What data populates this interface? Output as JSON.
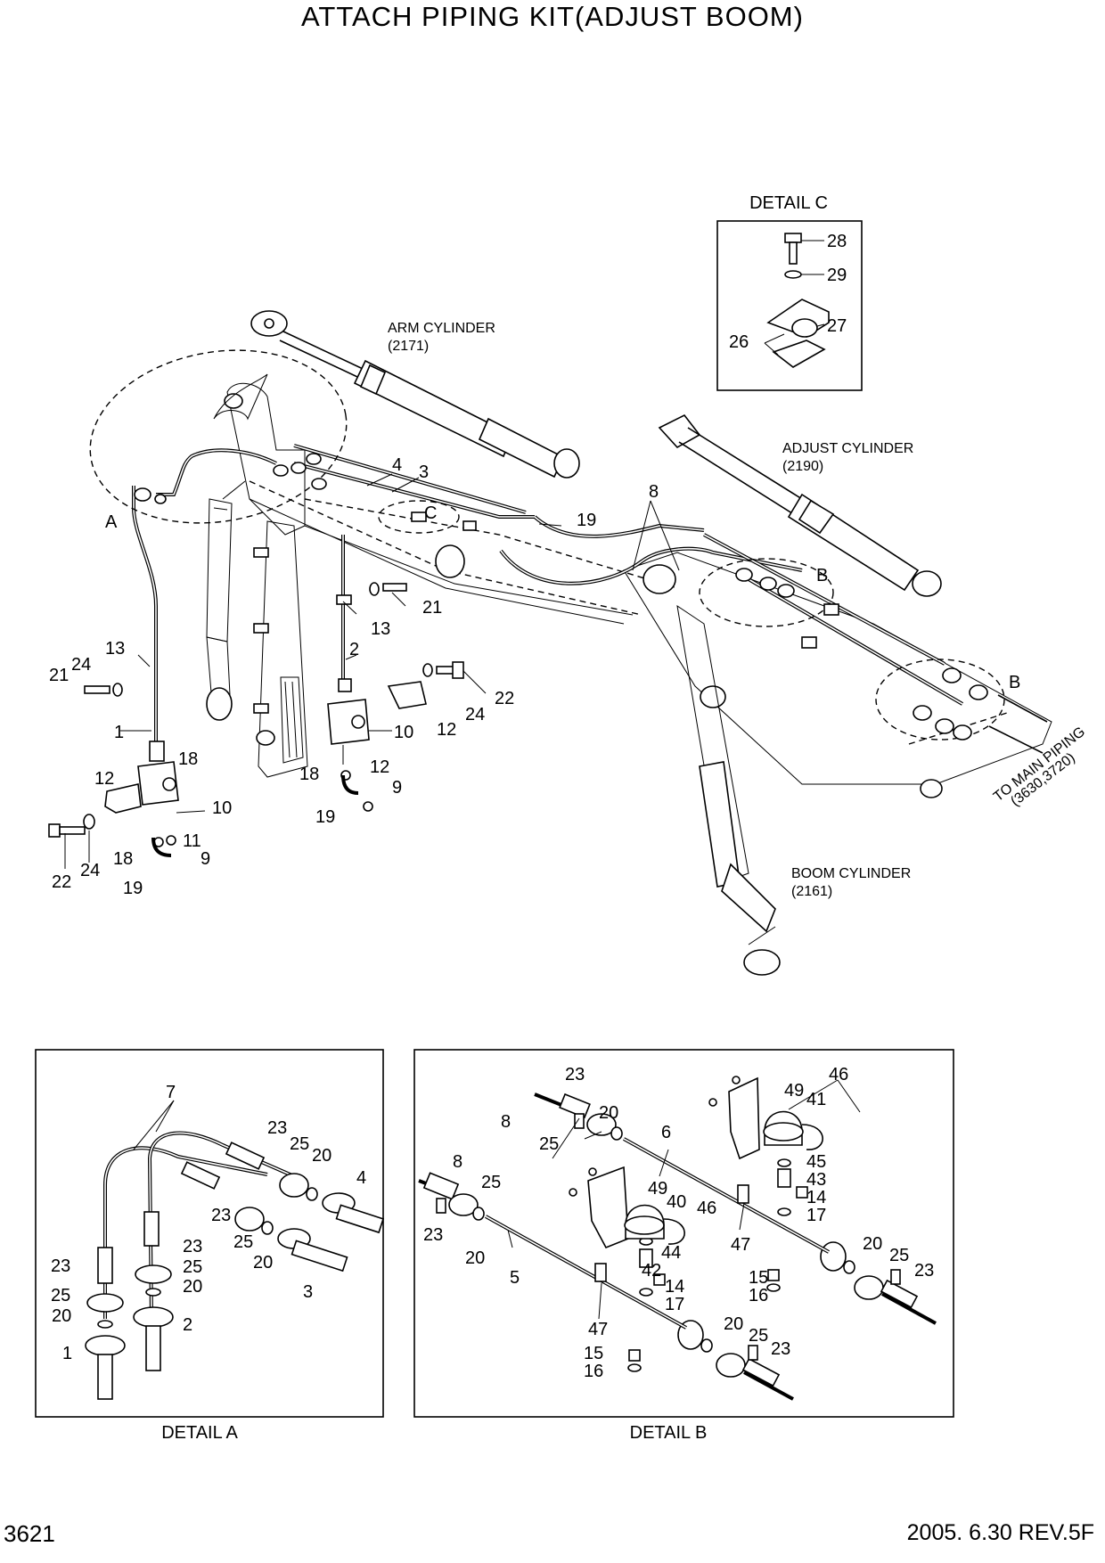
{
  "title": "ATTACH PIPING KIT(ADJUST BOOM)",
  "page_number": "3621",
  "revision": "2005. 6.30  REV.5F",
  "labels": {
    "arm_cylinder": [
      "ARM CYLINDER",
      "(2171)"
    ],
    "adjust_cylinder": [
      "ADJUST CYLINDER",
      "(2190)"
    ],
    "boom_cylinder": [
      "BOOM CYLINDER",
      "(2161)"
    ],
    "to_main_piping": [
      "TO MAIN PIPING",
      "(3630,3720)"
    ]
  },
  "details": {
    "a": "DETAIL A",
    "b": "DETAIL B",
    "c": "DETAIL  C"
  },
  "detail_refs": [
    "A",
    "B",
    "B",
    "C"
  ],
  "main_callouts": [
    "1",
    "2",
    "3",
    "4",
    "8",
    "9",
    "9",
    "10",
    "10",
    "11",
    "12",
    "12",
    "12",
    "13",
    "13",
    "18",
    "18",
    "18",
    "19",
    "19",
    "19",
    "21",
    "21",
    "22",
    "22",
    "24",
    "24",
    "24"
  ],
  "detail_c_callouts": [
    "26",
    "27",
    "28",
    "29"
  ],
  "detail_a_callouts": [
    "1",
    "2",
    "3",
    "4",
    "7",
    "20",
    "20",
    "20",
    "20",
    "23",
    "23",
    "23",
    "23",
    "25",
    "25",
    "25",
    "25"
  ],
  "detail_b_callouts": [
    "5",
    "6",
    "8",
    "8",
    "14",
    "14",
    "15",
    "15",
    "16",
    "16",
    "17",
    "17",
    "20",
    "20",
    "20",
    "20",
    "23",
    "23",
    "23",
    "23",
    "25",
    "25",
    "25",
    "25",
    "40",
    "41",
    "42",
    "43",
    "44",
    "45",
    "46",
    "46",
    "47",
    "47",
    "49",
    "49"
  ],
  "icons": {
    "bolt": "bolt-icon",
    "washer": "washer-icon",
    "flange": "flange-icon",
    "block": "block-icon",
    "accumulator": "accumulator-icon",
    "clamp": "clamp-icon"
  }
}
